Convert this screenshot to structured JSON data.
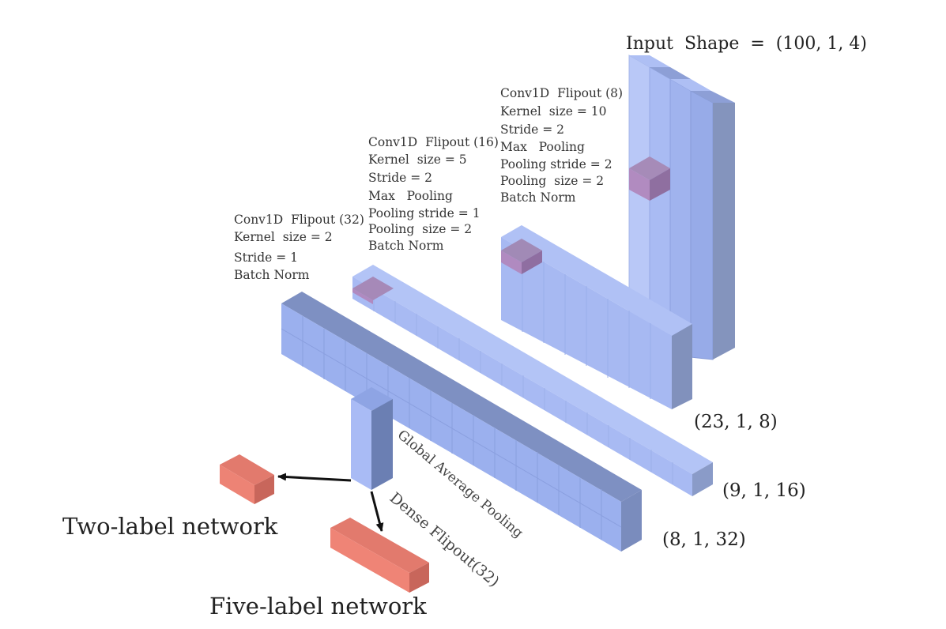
{
  "input_shape": "Input  Shape  =  (100, 1, 4)",
  "layers": [
    {
      "id": "conv8",
      "lines": [
        "Conv1D  Flipout (8)",
        "Kernel  size = 10",
        "Stride = 2",
        "Max   Pooling",
        "Pooling stride = 2",
        "Pooling  size = 2",
        "Batch Norm"
      ],
      "output_shape": "(23, 1, 8)"
    },
    {
      "id": "conv16",
      "lines": [
        "Conv1D  Flipout (16)",
        "Kernel  size = 5",
        "Stride = 2",
        "Max   Pooling",
        "Pooling stride = 1",
        "Pooling  size = 2",
        "Batch Norm"
      ],
      "output_shape": "(9, 1, 16)"
    },
    {
      "id": "conv32",
      "lines": [
        "Conv1D  Flipout (32)",
        "Kernel  size = 2",
        "Stride = 1",
        "Batch Norm"
      ],
      "output_shape": "(8, 1, 32)"
    }
  ],
  "global_average_pooling_label": "Global Average Pooling",
  "dense_label": "Dense Flipout(32)",
  "outputs": {
    "two_label": "Two-label network",
    "five_label": "Five-label network"
  },
  "colors": {
    "block_fill": "#9fb5f0",
    "block_light": "#bccbf8",
    "block_dark": "#7f8fb8",
    "kernel": "#b07fb0",
    "output_block": "#e8756a",
    "arrow": "#111111"
  }
}
